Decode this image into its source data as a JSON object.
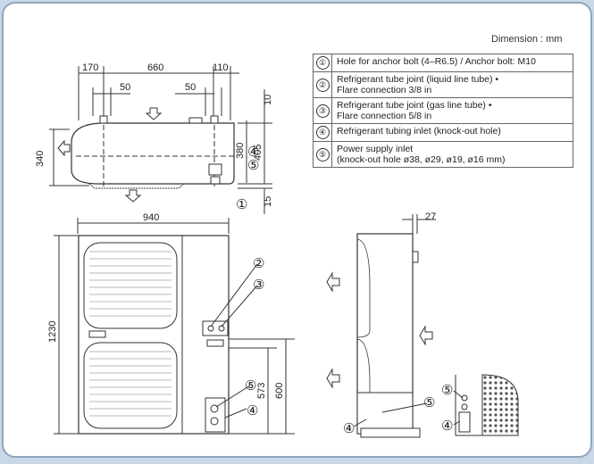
{
  "header": {
    "dimension_label": "Dimension : mm"
  },
  "legend": [
    {
      "num": "①",
      "lines": [
        "Hole for anchor bolt (4–R6.5) / Anchor bolt: M10"
      ]
    },
    {
      "num": "②",
      "lines": [
        "Refrigerant tube joint (liquid line tube) •",
        "Flare connection 3/8 in"
      ]
    },
    {
      "num": "③",
      "lines": [
        "Refrigerant tube joint (gas line tube) •",
        "Flare connection 5/8 in"
      ]
    },
    {
      "num": "④",
      "lines": [
        "Refrigerant tubing inlet (knock-out hole)"
      ]
    },
    {
      "num": "⑤",
      "lines": [
        "Power supply inlet",
        "(knock-out hole ø38, ø29, ø19, ø16 mm)"
      ]
    }
  ],
  "dimensions": {
    "top_170": "170",
    "top_660": "660",
    "top_110": "110",
    "top_50a": "50",
    "top_50b": "50",
    "top_10": "10",
    "top_340": "340",
    "top_380": "380",
    "top_405": "405",
    "top_15": "15",
    "front_940": "940",
    "front_1230": "1230",
    "front_573": "573",
    "front_600": "600",
    "side_27": "27"
  },
  "callouts": {
    "c1": "①",
    "c2": "②",
    "c3": "③",
    "c4": "④",
    "c5": "⑤"
  },
  "colors": {
    "background": "#c9d7e6",
    "panel": "#ffffff",
    "line": "#333333"
  }
}
